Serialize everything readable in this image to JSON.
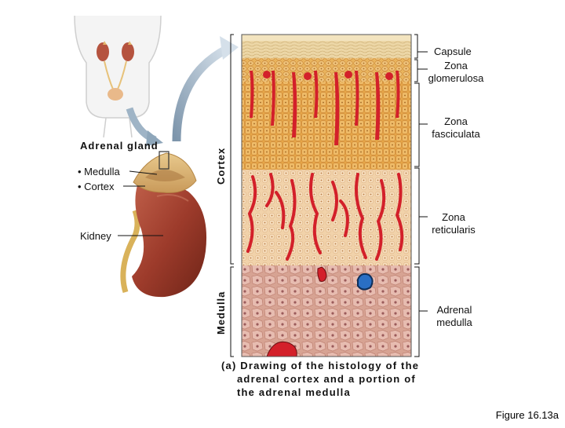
{
  "caption": {
    "line1": "(a) Drawing of the histology of the",
    "line2": "adrenal cortex and a portion of",
    "line3": "the adrenal medulla"
  },
  "figure_id": "Figure 16.13a",
  "left_labels": {
    "adrenal_gland": "Adrenal gland",
    "medulla": "• Medulla",
    "cortex": "• Cortex",
    "kidney": "Kidney"
  },
  "vertical_labels": {
    "cortex": "Cortex",
    "medulla": "Medulla"
  },
  "right_labels": {
    "capsule": "Capsule",
    "zona_glomerulosa_1": "Zona",
    "zona_glomerulosa_2": "glomerulosa",
    "zona_fasciculata_1": "Zona",
    "zona_fasciculata_2": "fasciculata",
    "zona_reticularis_1": "Zona",
    "zona_reticularis_2": "reticularis",
    "adrenal_medulla_1": "Adrenal",
    "adrenal_medulla_2": "medulla"
  },
  "colors": {
    "capsule": "#e7cf9a",
    "glomerulosa": "#e3b55c",
    "fasciculata": "#e6a64a",
    "reticularis": "#f0d0a8",
    "medulla": "#d9a79a",
    "vessel": "#d3202a",
    "vein_blue": "#2a6fc4",
    "kidney": "#9d3b2b",
    "arrow": "#9fb4c6",
    "body_outline": "#cfcfcf"
  }
}
